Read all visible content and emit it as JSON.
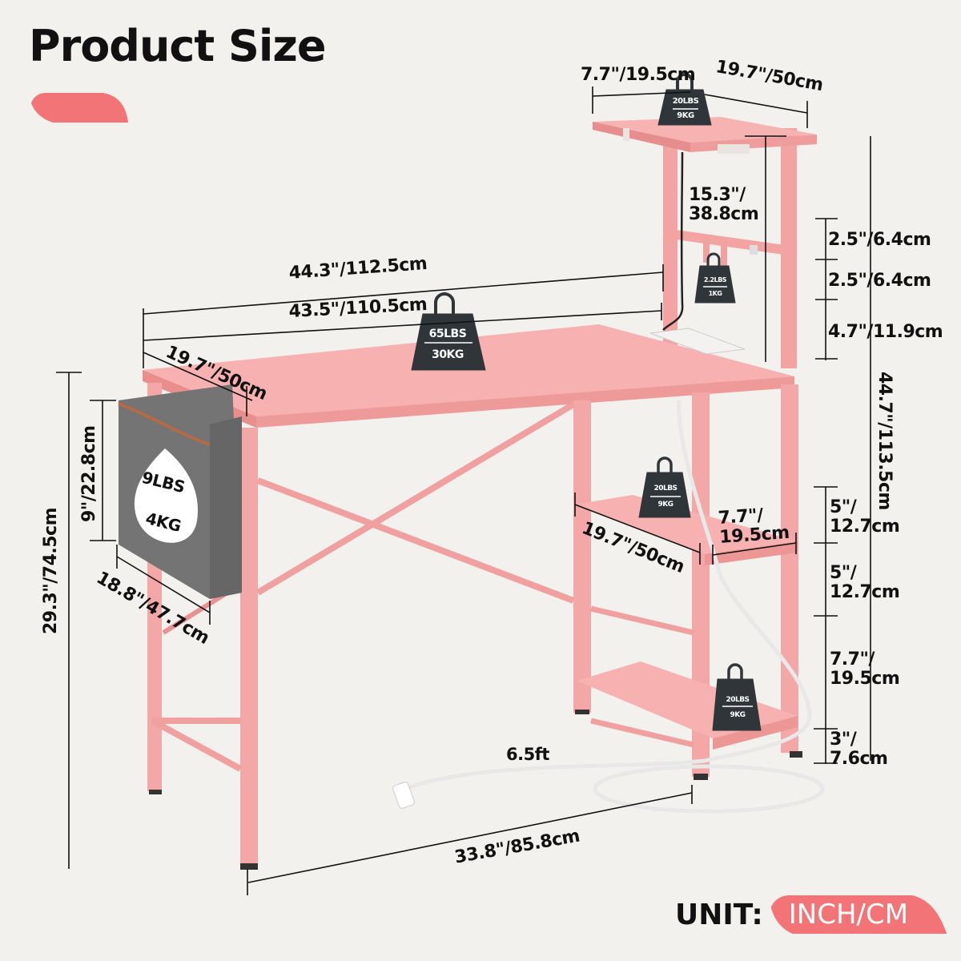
{
  "header": {
    "title": "Product Size"
  },
  "colors": {
    "accent": "#f27476",
    "desk_pink": "#f4a9a8",
    "desk_pink_dark": "#e89190",
    "weight_dark": "#2f3538",
    "storage_bag": "#6e6e6e",
    "background": "#f3f1ee"
  },
  "dimensions": {
    "top_shelf_depth": "7.7\"/19.5cm",
    "top_shelf_width": "19.7\"/50cm",
    "shelf_tower_height": "15.3\"/\n38.8cm",
    "tower_gap_1": "2.5\"/6.4cm",
    "tower_gap_2": "2.5\"/6.4cm",
    "tower_gap_3": "4.7\"/11.9cm",
    "desk_total_width": "44.3\"/112.5cm",
    "desktop_width": "43.5\"/110.5cm",
    "desktop_depth": "19.7\"/50cm",
    "total_height": "44.7\"/113.5cm",
    "bag_height": "9\"/22.8cm",
    "bag_width": "18.8\"/47.7cm",
    "desk_height": "29.3\"/74.5cm",
    "lower_shelf_width": "19.7\"/50cm",
    "lower_shelf_depth": "7.7\"/\n19.5cm",
    "side_gap_1": "5\"/\n12.7cm",
    "side_gap_2": "5\"/\n12.7cm",
    "side_gap_3": "7.7\"/\n19.5cm",
    "side_gap_4": "3\"/\n7.6cm",
    "cable_length": "6.5ft",
    "leg_span": "33.8\"/85.8cm"
  },
  "weights": {
    "top_shelf": {
      "lbs": "20LBS",
      "kg": "9KG"
    },
    "hook": {
      "lbs": "2.2LBS",
      "kg": "1KG"
    },
    "desktop": {
      "lbs": "65LBS",
      "kg": "30KG"
    },
    "storage_bag": {
      "lbs": "9LBS",
      "kg": "4KG"
    },
    "middle_shelf": {
      "lbs": "20LBS",
      "kg": "9KG"
    },
    "bottom_shelf": {
      "lbs": "20LBS",
      "kg": "9KG"
    }
  },
  "footer": {
    "unit_label": "UNIT:",
    "unit_value": "INCH/CM"
  }
}
